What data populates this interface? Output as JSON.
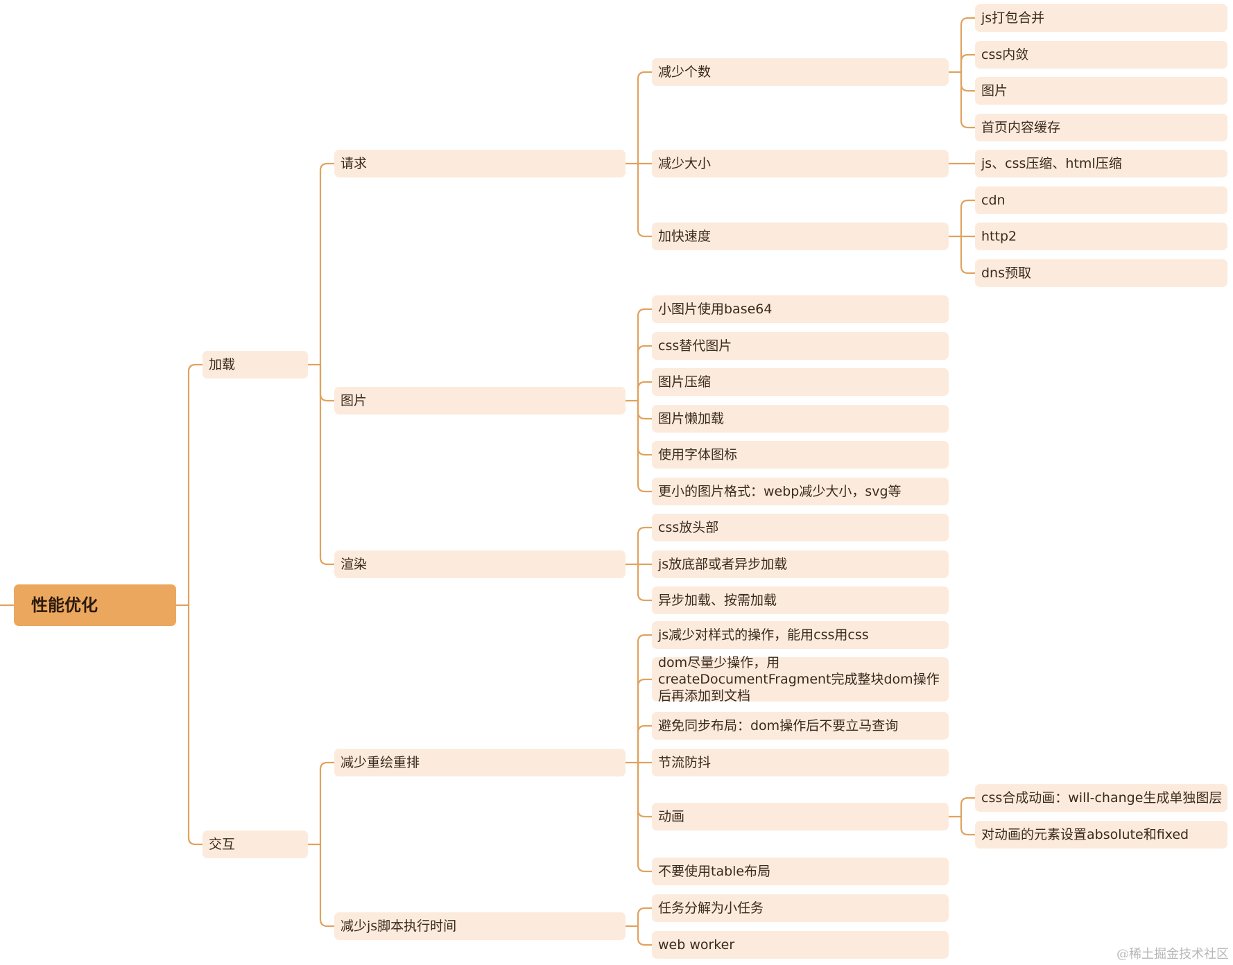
{
  "root": "性能优化",
  "load": {
    "label": "加载",
    "request": {
      "label": "请求",
      "reduce_count": {
        "label": "减少个数",
        "items": [
          "js打包合并",
          "css内敛",
          "图片",
          "首页内容缓存"
        ]
      },
      "reduce_size": {
        "label": "减少大小",
        "items": [
          "js、css压缩、html压缩"
        ]
      },
      "speed_up": {
        "label": "加快速度",
        "items": [
          "cdn",
          "http2",
          "dns预取"
        ]
      }
    },
    "image": {
      "label": "图片",
      "items": [
        "小图片使用base64",
        "css替代图片",
        "图片压缩",
        "图片懒加载",
        "使用字体图标",
        "更小的图片格式：webp减少大小，svg等"
      ]
    },
    "render": {
      "label": "渲染",
      "items": [
        "css放头部",
        "js放底部或者异步加载",
        "异步加载、按需加载"
      ]
    }
  },
  "interact": {
    "label": "交互",
    "reflow": {
      "label": "减少重绘重排",
      "items": [
        "js减少对样式的操作，能用css用css",
        "dom尽量少操作，用createDocumentFragment完成整块dom操作后再添加到文档",
        "避免同步布局：dom操作后不要立马查询",
        "节流防抖"
      ],
      "animation": {
        "label": "动画",
        "items": [
          "css合成动画：will-change生成单独图层",
          "对动画的元素设置absolute和fixed"
        ]
      },
      "last_item": "不要使用table布局"
    },
    "js_time": {
      "label": "减少js脚本执行时间",
      "items": [
        "任务分解为小任务",
        "web worker"
      ]
    }
  },
  "watermark": "@稀土掘金技术社区",
  "colors": {
    "line": "#e0a25e",
    "node": "#fcebdc",
    "root": "#eba75e",
    "text": "#3a2a1e"
  }
}
